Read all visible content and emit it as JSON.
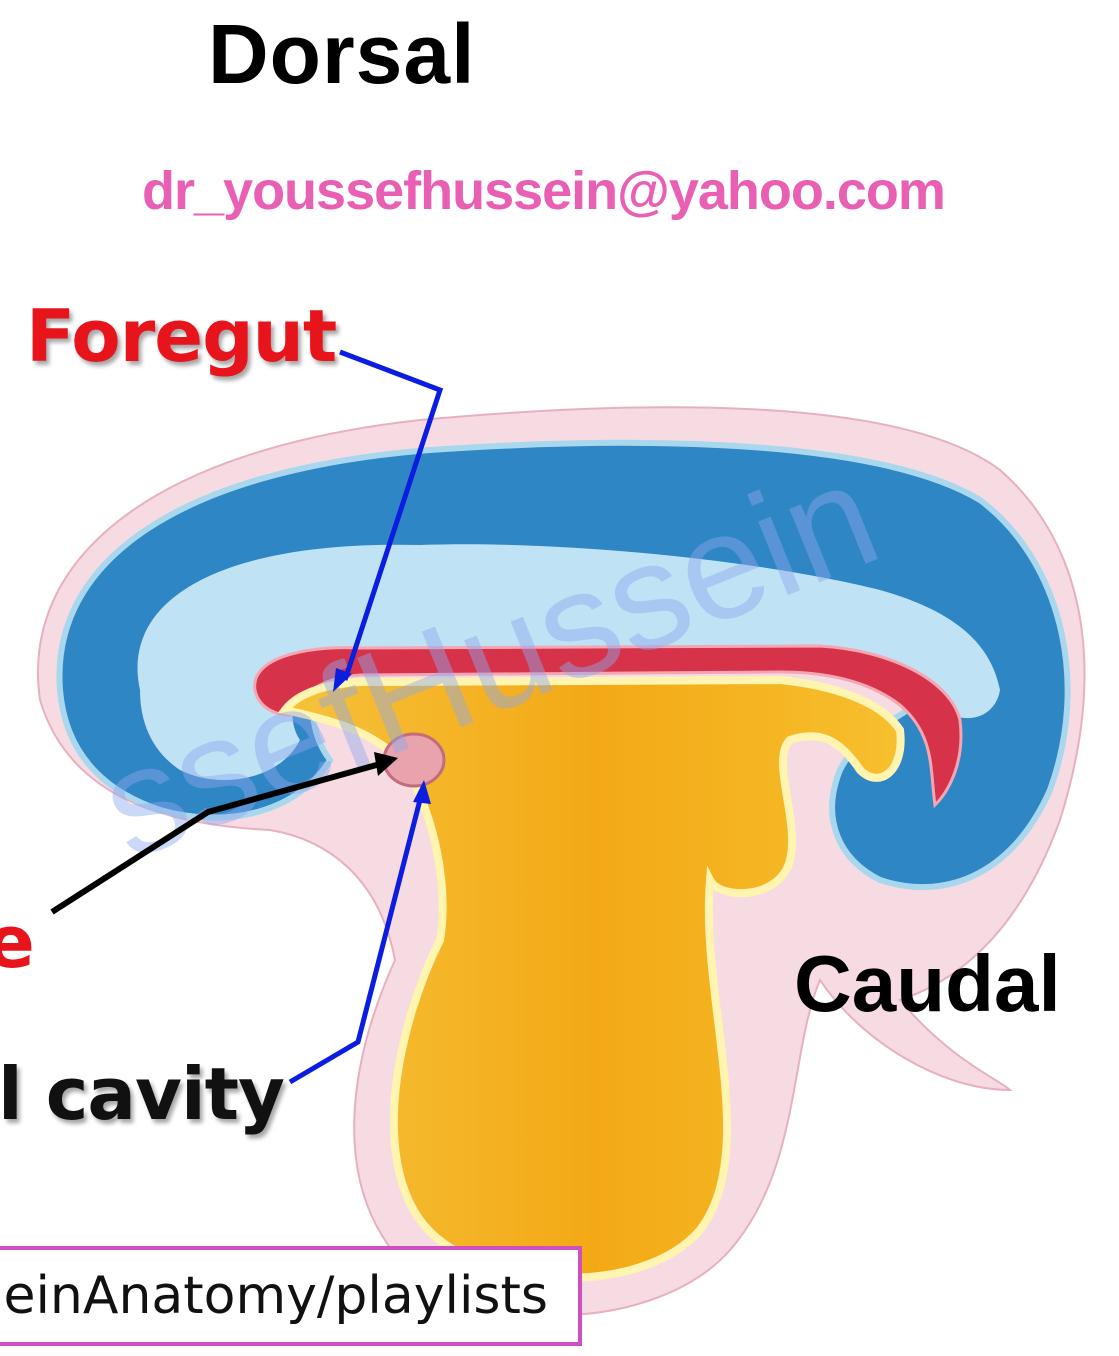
{
  "labels": {
    "dorsal": "Dorsal",
    "email": "dr_youssefhussein@yahoo.com",
    "foregut": "Foregut",
    "red_partial": "e",
    "cavity": "l cavity",
    "caudal": "Caudal",
    "playlist": "einAnatomy/playlists"
  },
  "watermark": "ssefHussein",
  "colors": {
    "ectoderm_dark": "#2f86c4",
    "mesoderm_light": "#bfe2f5",
    "endoderm_red": "#d6334a",
    "yolk": "#f4b21d",
    "yolk_outline": "#fff4b0",
    "membrane_pink": "#f7dbe3",
    "arrow_blue": "#0a1de0",
    "arrow_black": "#000000",
    "email_pink": "#e85fb3",
    "label_red": "#e8141b"
  }
}
